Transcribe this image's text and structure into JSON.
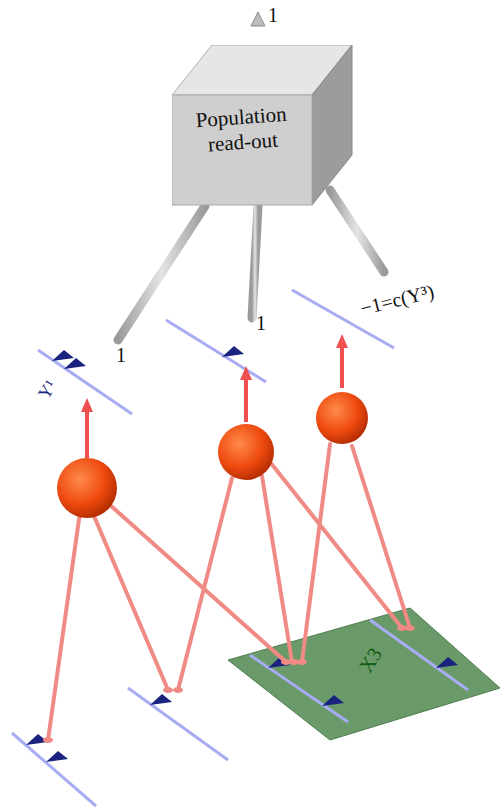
{
  "diagram": {
    "nodes": [
      {
        "text": [
          "Population read-out"
        ]
      },
      {
        "text": [
          "X3"
        ]
      }
    ],
    "labels": [
      "1",
      "1",
      "1",
      "−1=c(Y³)",
      "Y¹"
    ]
  }
}
